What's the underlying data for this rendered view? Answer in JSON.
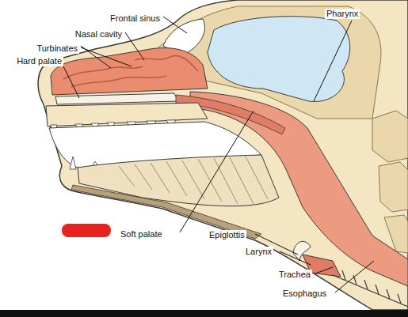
{
  "diagram": {
    "labels": [
      "Frontal sinus",
      "Nasal cavity",
      "Turbinates",
      "Hard palate",
      "Pharynx",
      "Soft palate",
      "Epiglottis",
      "Larynx",
      "Trachea",
      "Esophagus"
    ]
  }
}
